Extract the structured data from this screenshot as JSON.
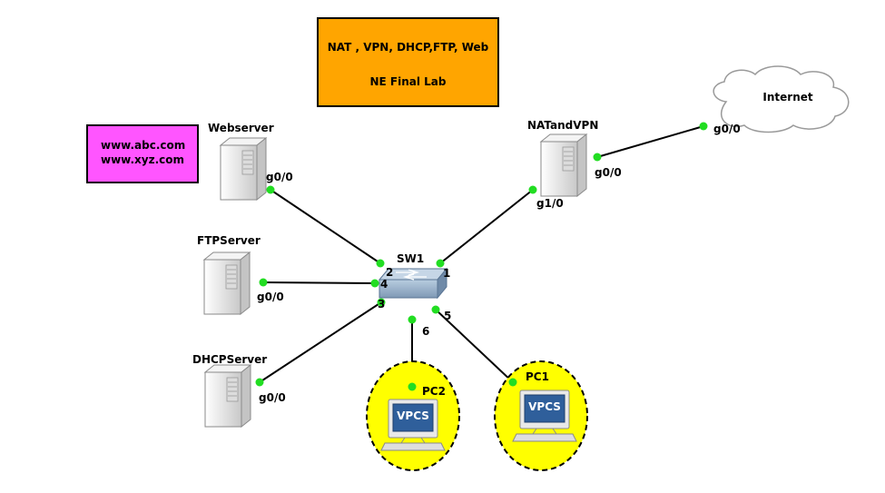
{
  "notes": {
    "title_line1": "NAT , VPN, DHCP,FTP, Web",
    "title_line2": "NE Final Lab",
    "domain_line1": "www.abc.com",
    "domain_line2": "www.xyz.com",
    "title_color": "#ffa500",
    "domain_color": "#ff55ff"
  },
  "nodes": {
    "webserver": "Webserver",
    "ftpserver": "FTPServer",
    "dhcpserver": "DHCPServer",
    "switch": "SW1",
    "router": "NATandVPN",
    "cloud": "Internet",
    "pc2": "PC2",
    "pc1": "PC1",
    "pc2_screen": "VPCS",
    "pc1_screen": "VPCS"
  },
  "ports": {
    "web_if": "g0/0",
    "ftp_if": "g0/0",
    "dhcp_if": "g0/0",
    "router_lan_if": "g1/0",
    "router_wan_if": "g0/0",
    "cloud_if": "g0/0",
    "sw_p1": "1",
    "sw_p2": "2",
    "sw_p3": "3",
    "sw_p4": "4",
    "sw_p5": "5",
    "sw_p6": "6"
  },
  "colors": {
    "link_dot": "#22dd22",
    "pc_circle": "#ffff00",
    "server_body": "#e6e6e6",
    "switch_body": "#8fa9c4"
  }
}
